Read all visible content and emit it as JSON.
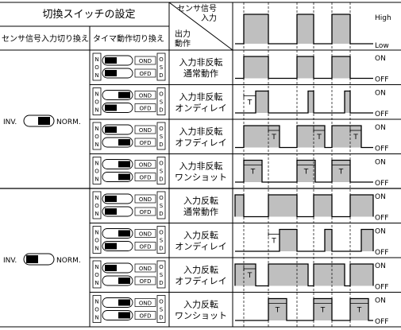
{
  "header": {
    "title": "切換スイッチの設定",
    "col_sensor": "センサ信号入力切り換え",
    "col_timer": "タイマ動作切り換え",
    "diag_top": [
      "センサ信号",
      "入力"
    ],
    "diag_bottom": [
      "出力",
      "動作"
    ],
    "level_high": "High",
    "level_low": "Low"
  },
  "switch": {
    "inv_label": "INV.",
    "norm_label": "NORM.",
    "non_label": [
      "N",
      "O",
      "N"
    ],
    "ond_label": "OND",
    "ofd_label": "OFD",
    "osd_label": [
      "O",
      "S",
      "D"
    ]
  },
  "output": {
    "on_label": "ON",
    "off_label": "OFF",
    "t_label": "T"
  },
  "rows": [
    {
      "mode": [
        "入力非反転",
        "通常動作"
      ]
    },
    {
      "mode": [
        "入力非反転",
        "オンディレイ"
      ]
    },
    {
      "mode": [
        "入力非反転",
        "オフディレイ"
      ]
    },
    {
      "mode": [
        "入力非反転",
        "ワンショット"
      ]
    },
    {
      "mode": [
        "入力反転",
        "通常動作"
      ]
    },
    {
      "mode": [
        "入力反転",
        "オンディレイ"
      ]
    },
    {
      "mode": [
        "入力反転",
        "オフディレイ"
      ]
    },
    {
      "mode": [
        "入力反転",
        "ワンショット"
      ]
    }
  ]
}
